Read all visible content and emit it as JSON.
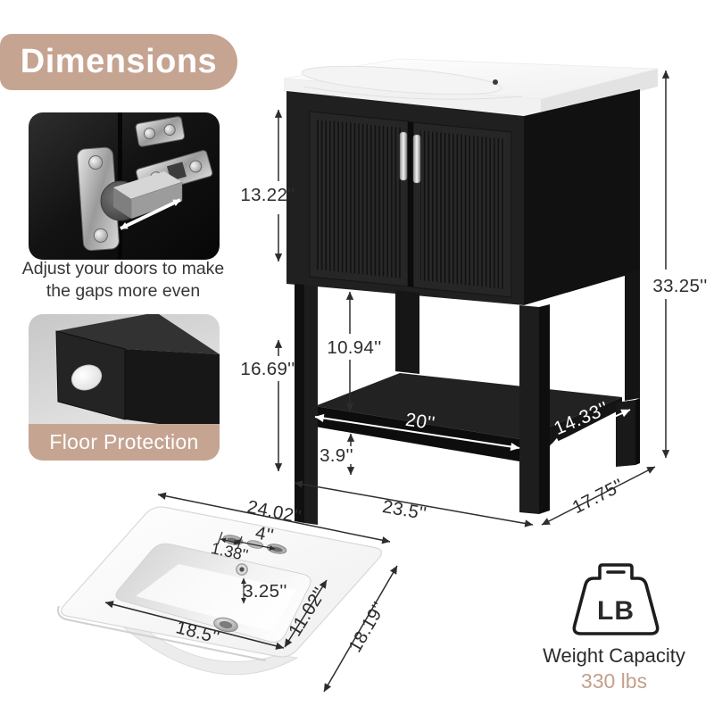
{
  "title": "Dimensions",
  "callouts": {
    "hinge": {
      "caption_line1": "Adjust your doors to make",
      "caption_line2": "the gaps more even"
    },
    "floor": {
      "label": "Floor Protection"
    }
  },
  "vanity_dims": {
    "door_height": "13.22''",
    "open_space_height": "16.69''",
    "shelf_clearance": "10.94''",
    "foot_height": "3.9''",
    "overall_height": "33.25''",
    "shelf_width": "20''",
    "shelf_depth": "14.33''",
    "overall_width": "23.5''",
    "overall_depth": "17.75''"
  },
  "sink_dims": {
    "top_width": "24.02''",
    "faucet_spread": "4''",
    "faucet_hole_diameter": "1.38''",
    "basin_height": "3.25''",
    "basin_width": "18.5''",
    "basin_depth": "11.02''",
    "top_depth": "18.19''"
  },
  "weight": {
    "badge": "LB",
    "caption": "Weight Capacity",
    "value": "330 lbs"
  },
  "colors": {
    "accent": "#c6a492",
    "ink": "#2d2d2d"
  }
}
